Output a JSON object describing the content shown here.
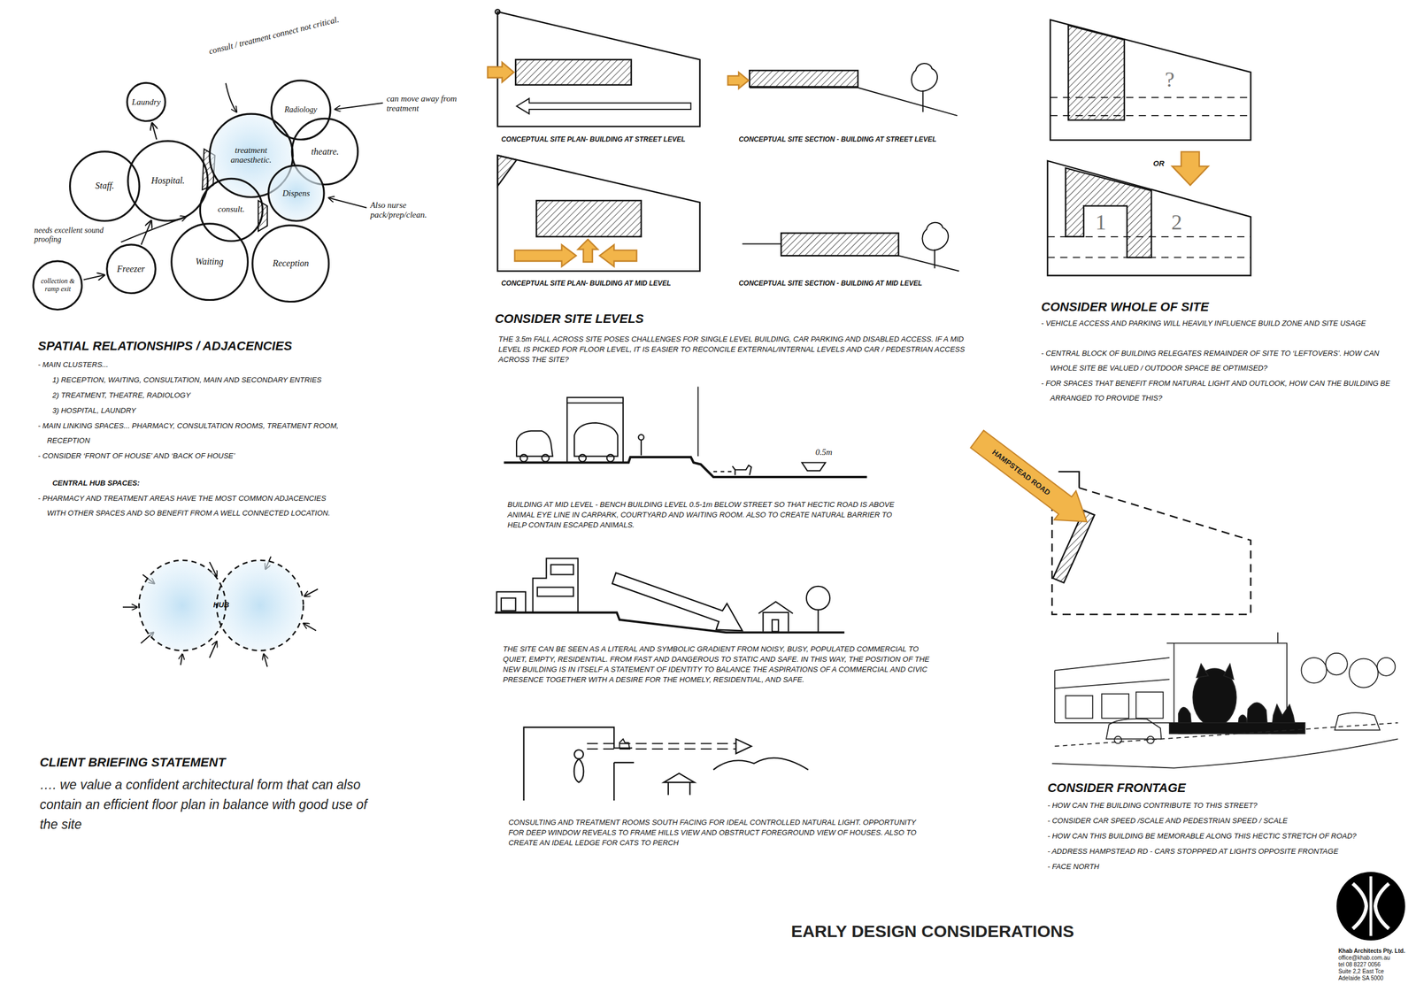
{
  "diagram": {
    "title": "EARLY DESIGN CONSIDERATIONS",
    "nodes": [
      {
        "text": [
          "Laundry"
        ]
      },
      {
        "text": [
          "Staff."
        ]
      },
      {
        "text": [
          "Hospital."
        ]
      },
      {
        "text": [
          "treatment anaesthetic."
        ]
      },
      {
        "text": [
          "Radiology"
        ]
      },
      {
        "text": [
          "theatre."
        ]
      },
      {
        "text": [
          "Dispens"
        ]
      },
      {
        "text": [
          "consult."
        ]
      },
      {
        "text": [
          "Waiting"
        ]
      },
      {
        "text": [
          "Reception"
        ]
      },
      {
        "text": [
          "Freezer"
        ]
      },
      {
        "text": [
          "collection & ramp exit"
        ]
      },
      {
        "text": [
          "HUB"
        ]
      }
    ],
    "edges": [
      {
        "from": 2,
        "to": 0,
        "arrow": "to"
      },
      {
        "from": 10,
        "to": 2,
        "arrow": "to"
      },
      {
        "from": 11,
        "to": 10,
        "arrow": "to"
      }
    ],
    "labels": [
      "consult / treatment connect not critical.",
      "can move away from treatment",
      "Also nurse pack/prep/clean.",
      "needs excellent sound proofing",
      "SPATIAL RELATIONSHIPS / ADJACENCIES",
      "- MAIN CLUSTERS...",
      "1) RECEPTION, WAITING, CONSULTATION, MAIN AND SECONDARY ENTRIES",
      "2) TREATMENT, THEATRE, RADIOLOGY",
      "3) HOSPITAL, LAUNDRY",
      "- MAIN LINKING SPACES... PHARMACY, CONSULTATION ROOMS, TREATMENT ROOM, RECEPTION",
      "- CONSIDER ‘FRONT OF HOUSE’ AND ‘BACK OF HOUSE’",
      "CENTRAL HUB SPACES:",
      "- PHARMACY AND TREATMENT AREAS HAVE THE MOST COMMON ADJACENCIES WITH OTHER SPACES AND SO BENEFIT FROM A WELL CONNECTED LOCATION.",
      "CLIENT BRIEFING STATEMENT",
      "…. we value a confident architectural form that can also contain an efficient floor plan in balance with good use of the site",
      "CONCEPTUAL SITE PLAN- BUILDING AT STREET LEVEL",
      "CONCEPTUAL SITE SECTION - BUILDING AT STREET LEVEL",
      "CONCEPTUAL SITE PLAN- BUILDING AT MID LEVEL",
      "CONCEPTUAL SITE SECTION - BUILDING AT MID LEVEL",
      "CONSIDER SITE LEVELS",
      "THE 3.5m FALL ACROSS SITE POSES CHALLENGES FOR SINGLE LEVEL BUILDING, CAR PARKING AND DISABLED ACCESS. IF A MID LEVEL IS PICKED FOR FLOOR LEVEL, IT IS EASIER TO RECONCILE EXTERNAL/INTERNAL LEVELS AND CAR / PEDESTRIAN ACCESS ACROSS THE SITE?",
      "0.5m",
      "BUILDING AT MID LEVEL - BENCH BUILDING LEVEL 0.5-1m BELOW STREET SO THAT HECTIC ROAD IS ABOVE ANIMAL EYE LINE IN CARPARK, COURTYARD AND WAITING ROOM. ALSO TO CREATE NATURAL BARRIER TO HELP CONTAIN ESCAPED ANIMALS.",
      "THE SITE CAN BE SEEN AS A LITERAL AND SYMBOLIC GRADIENT FROM NOISY, BUSY, POPULATED COMMERCIAL TO QUIET, EMPTY, RESIDENTIAL. FROM FAST AND DANGEROUS TO STATIC AND SAFE. IN THIS WAY, THE POSITION OF THE NEW BUILDING IS IN ITSELF A STATEMENT OF IDENTITY TO BALANCE THE ASPIRATIONS OF A COMMERCIAL AND CIVIC PRESENCE TOGETHER WITH A DESIRE FOR THE HOMELY, RESIDENTIAL, AND SAFE.",
      "CONSULTING AND TREATMENT ROOMS SOUTH FACING FOR IDEAL CONTROLLED NATURAL LIGHT. OPPORTUNITY FOR DEEP WINDOW REVEALS TO FRAME HILLS VIEW AND OBSTRUCT FOREGROUND VIEW OF HOUSES. ALSO TO CREATE AN IDEAL LEDGE FOR CATS TO PERCH",
      "?",
      "OR",
      "1",
      "2",
      "CONSIDER WHOLE OF SITE",
      "- VEHICLE ACCESS AND PARKING WILL HEAVILY INFLUENCE BUILD ZONE AND SITE USAGE",
      "- CENTRAL BLOCK OF BUILDING RELEGATES REMAINDER OF SITE TO ‘LEFTOVERS’. HOW CAN WHOLE SITE BE VALUED / OUTDOOR SPACE BE OPTIMISED?",
      "- FOR SPACES THAT BENEFIT FROM NATURAL LIGHT AND OUTLOOK, HOW CAN THE BUILDING BE ARRANGED TO PROVIDE THIS?",
      "HAMPSTEAD ROAD",
      "CONSIDER FRONTAGE",
      "- HOW CAN THE BUILDING CONTRIBUTE TO THIS STREET?",
      "- CONSIDER CAR SPEED /SCALE AND PEDESTRIAN SPEED / SCALE",
      "- HOW CAN THIS BUILDING BE MEMORABLE ALONG THIS HECTIC STRETCH OF ROAD?",
      "- ADDRESS HAMPSTEAD RD - CARS STOPPPED AT LIGHTS OPPOSITE FRONTAGE",
      "- FACE NORTH",
      "Khab Architects Pty. Ltd.",
      "office@khab.com.au",
      "tel 08 8227 0056",
      "Suite 2,2 East Tce",
      "Adelaide SA 5000"
    ]
  }
}
